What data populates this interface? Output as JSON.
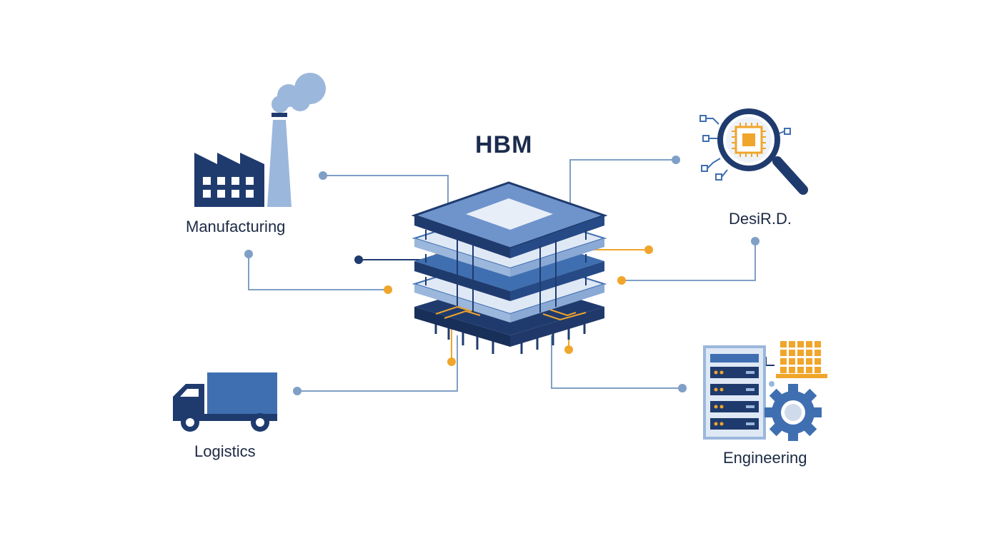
{
  "title": "HBM",
  "nodes": {
    "manufacturing": {
      "label": "Manufacturing",
      "icon": "factory-icon"
    },
    "design_rd": {
      "label": "DesiR.D.",
      "icon": "chip-magnifier-icon"
    },
    "logistics": {
      "label": "Logistics",
      "icon": "truck-icon"
    },
    "engineering": {
      "label": "Engineering",
      "icon": "server-gear-icon"
    }
  },
  "center": {
    "icon": "hbm-stack-icon"
  },
  "colors": {
    "navy": "#1f3b6e",
    "mid_blue": "#3f6fb0",
    "light_blue": "#9bb7dc",
    "pale_blue": "#dfe8f5",
    "connector_line": "#7f9fc6",
    "accent_orange": "#f0a52b",
    "text": "#1c2a44"
  }
}
